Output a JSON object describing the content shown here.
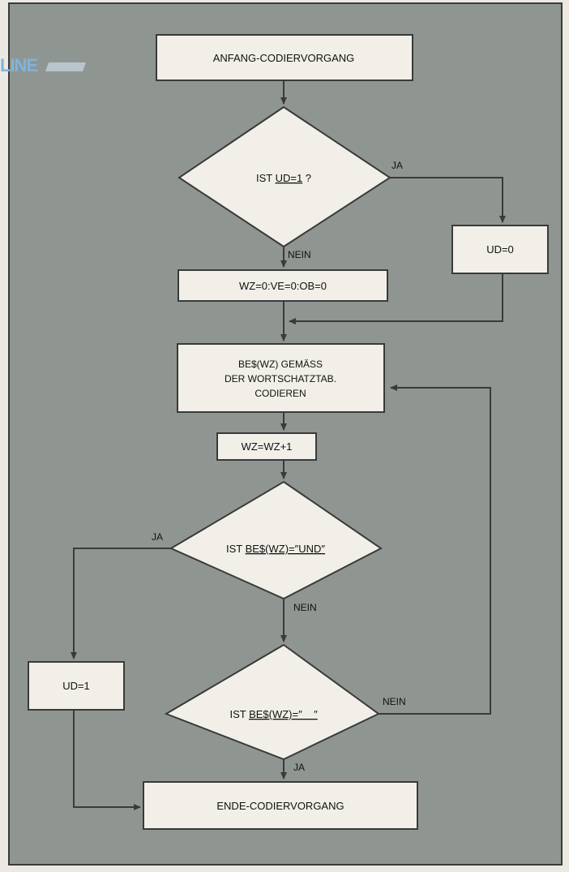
{
  "logo": {
    "text": "LINE"
  },
  "nodes": {
    "start": {
      "lines": [
        "ANFANG-CODIERVORGANG"
      ]
    },
    "dec_ud": {
      "prefix": "IST ",
      "underlined": "UD=1",
      "suffix": " ?"
    },
    "set_ud0": {
      "lines": [
        "UD=0"
      ]
    },
    "init": {
      "lines": [
        "WZ=0:VE=0:OB=0"
      ]
    },
    "encode": {
      "lines": [
        "BE$(WZ) GEMÄSS",
        "DER WORTSCHATZTAB.",
        "CODIEREN"
      ]
    },
    "inc": {
      "lines": [
        "WZ=WZ+1"
      ]
    },
    "dec_und": {
      "prefix": "IST ",
      "underlined": "BE$(WZ)=″UND″",
      "suffix": ""
    },
    "set_ud1": {
      "lines": [
        "UD=1"
      ]
    },
    "dec_empty": {
      "prefix": "IST ",
      "underlined": "BE$(WZ)=″    ″",
      "suffix": ""
    },
    "end": {
      "lines": [
        "ENDE-CODIERVORGANG"
      ]
    }
  },
  "edge_labels": {
    "dec_ud_yes": "JA",
    "dec_ud_no": "NEIN",
    "dec_und_yes": "JA",
    "dec_und_no": "NEIN",
    "dec_empty_no": "NEIN",
    "dec_empty_yes": "JA"
  },
  "colors": {
    "panel": "#8f9692",
    "box_fill": "#f1efe8",
    "stroke": "#3a3a3a",
    "logo": "#7fb3de"
  }
}
